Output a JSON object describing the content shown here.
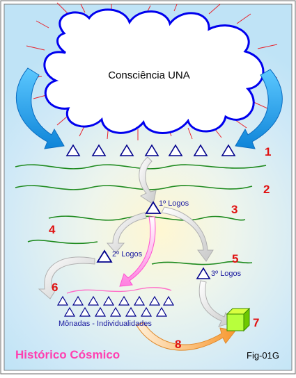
{
  "cloud": {
    "label": "Consciência UNA"
  },
  "levels": {
    "n1": "1",
    "n2": "2",
    "n3": "3",
    "n4": "4",
    "n5": "5",
    "n6": "6",
    "n7": "7",
    "n8": "8"
  },
  "logos": {
    "first": "1º Logos",
    "second": "2º Logos",
    "third": "3º Logos"
  },
  "monads": {
    "label": "Mônadas - Individualidades"
  },
  "footer": {
    "title": "Histórico  Cósmico",
    "fig": "Fig-01G"
  },
  "colors": {
    "cloud_outline": "#0000ee",
    "rays": "#e8202a",
    "triangles": "#00008b",
    "waves": "#1e8a1e",
    "numbers": "#e01010",
    "title": "#ff3fb0",
    "side_arrows": "#1aa0e8"
  },
  "icons": {
    "cube": "green-cube-icon",
    "triangle": "triangle-icon"
  }
}
